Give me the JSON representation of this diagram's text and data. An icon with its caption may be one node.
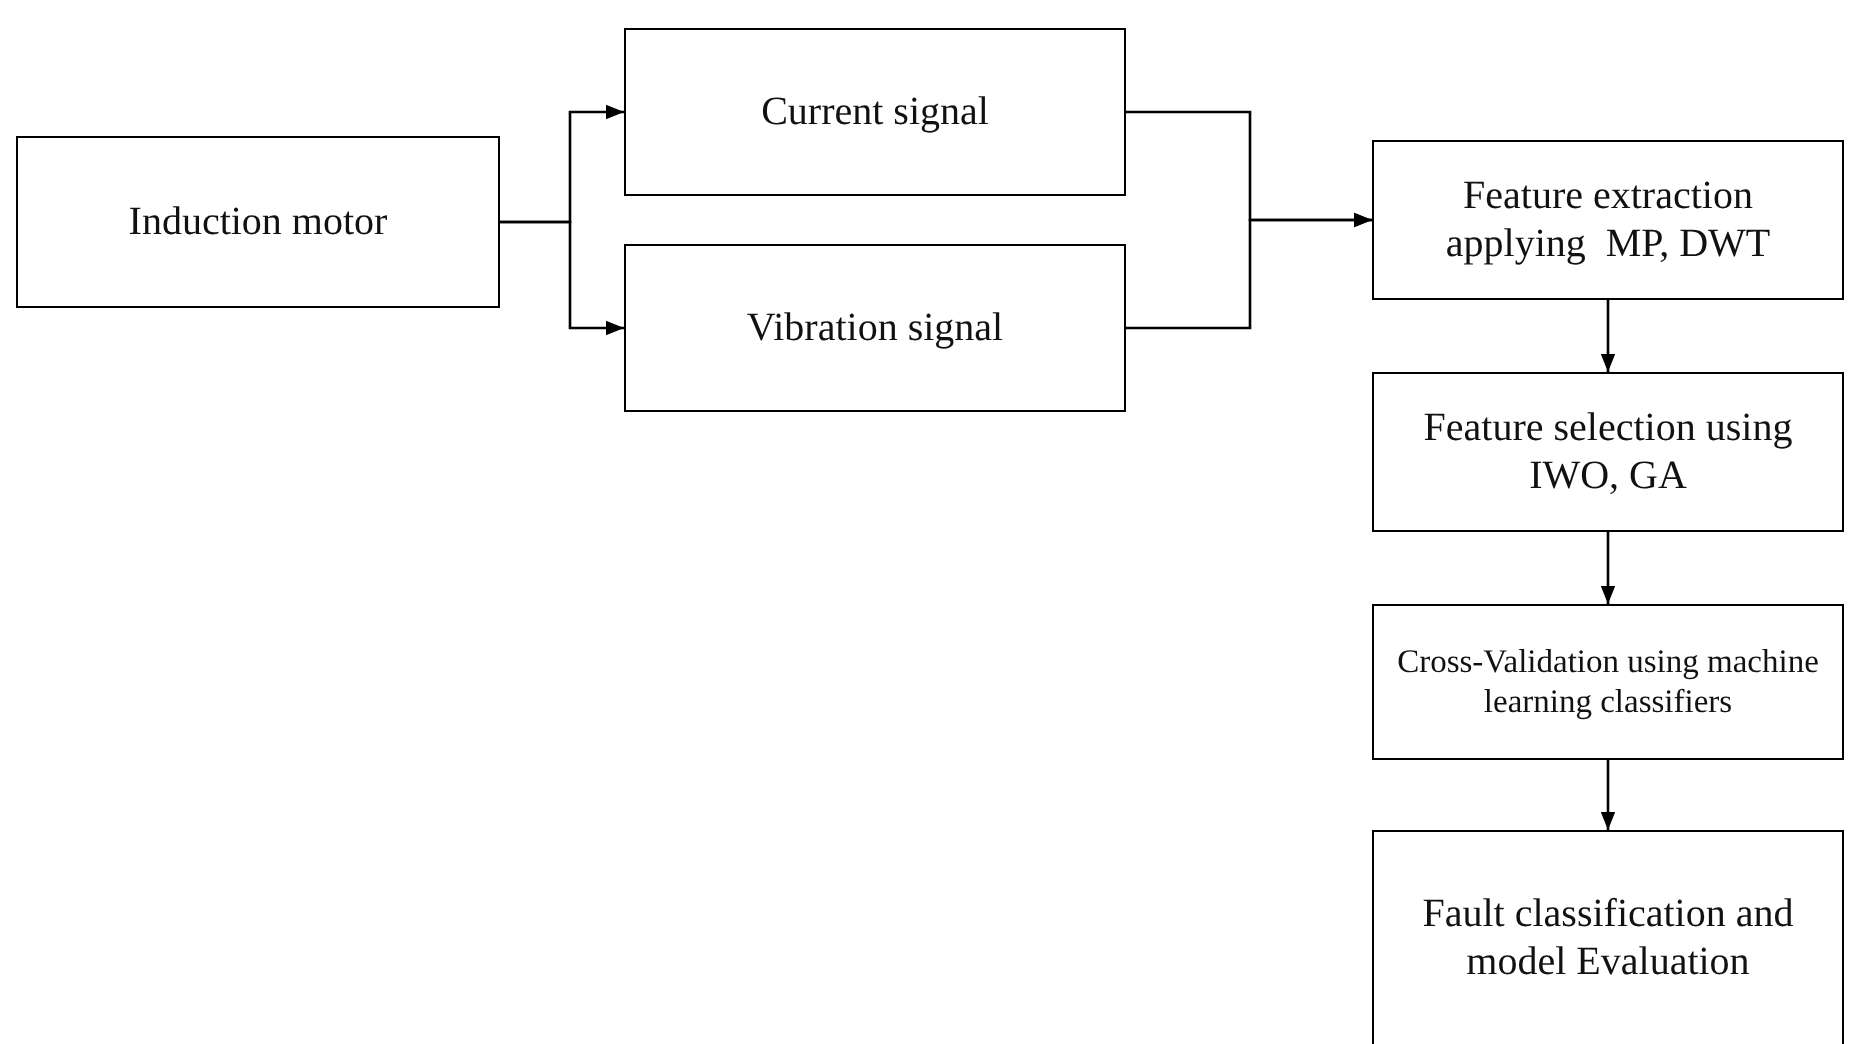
{
  "diagram": {
    "nodes": [
      {
        "text": [
          "Induction motor"
        ]
      },
      {
        "text": [
          "Current signal"
        ]
      },
      {
        "text": [
          "Vibration signal"
        ]
      },
      {
        "text": [
          "Feature extraction applying  MP, DWT"
        ]
      },
      {
        "text": [
          "Feature selection using IWO, GA"
        ]
      },
      {
        "text": [
          "Cross-Validation using machine learning classifiers"
        ]
      },
      {
        "text": [
          "Fault classification and model Evaluation"
        ]
      }
    ],
    "edges": [
      {
        "from": 0,
        "to": 1,
        "arrow": "to"
      },
      {
        "from": 0,
        "to": 2,
        "arrow": "to"
      },
      {
        "from": 1,
        "to": 3,
        "arrow": "to"
      },
      {
        "from": 2,
        "to": 3,
        "arrow": "to"
      },
      {
        "from": 3,
        "to": 4,
        "arrow": "to"
      },
      {
        "from": 4,
        "to": 5,
        "arrow": "to"
      },
      {
        "from": 5,
        "to": 6,
        "arrow": "to"
      }
    ]
  }
}
